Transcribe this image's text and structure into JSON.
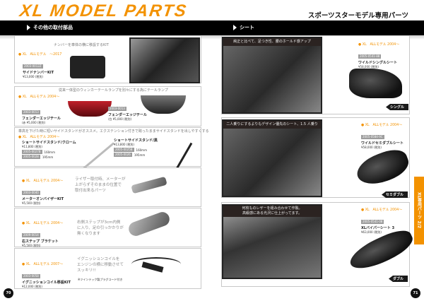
{
  "header": {
    "title": "XL MODEL PARTS",
    "subtitle": "スポーツスターモデル専用パーツ",
    "left_section": "その他の取付部品",
    "right_section": "シート"
  },
  "left": {
    "plate": {
      "caption": "ナンバーを車体の横に移設するKIT",
      "model": "XL　ALLモデル　～2017",
      "part_no": "2003-0012Z",
      "name": "サイドナンバーKIT",
      "price": "¥13,000",
      "tax": "(税別)"
    },
    "tail": {
      "caption": "従来一体型のウィンカーテールランプを別々にする為にテールランプ",
      "model": "XL　ALLモデル 2004～",
      "items": [
        {
          "part_no": "2003-0013",
          "name": "フェンダーエッジテール",
          "variant": "/赤",
          "price": "¥5,000",
          "tax": "(税別)"
        },
        {
          "part_no": "2003-0013",
          "name": "フェンダーエッジテール",
          "variant": "/白",
          "price": "¥5,000",
          "tax": "(税別)"
        }
      ]
    },
    "stand": {
      "caption": "車高を下げた時に短いサイドスタンドがオススメ。エクステンション付きで跨ったままサイドスタンドを出しやすくする",
      "model": "XL　ALLモデル 2004～",
      "items": [
        {
          "name": "ショートサイドスタンド/クローム",
          "price": "¥11,800",
          "tax": "(税別)",
          "variants": [
            {
              "part_no": "2005-0027B",
              "size": "160mm"
            },
            {
              "part_no": "2005-0028",
              "size": "195mm"
            }
          ]
        },
        {
          "name": "ショートサイドスタンド/黒",
          "price": "¥13,800",
          "tax": "(税別)",
          "variants": [
            {
              "part_no": "2005-0025B",
              "size": "160mm"
            },
            {
              "part_no": "2005-0026",
              "size": "195mm"
            }
          ]
        }
      ]
    },
    "meter": {
      "model": "XL　ALLモデル 2004～",
      "part_no": "2003-0040",
      "name": "メーターオンバイザーKIT",
      "price": "¥5,500",
      "tax": "(税別)",
      "desc": [
        "ライザー取付時、メーターが",
        "上がらずそのままの位置で",
        "取付出来るパーツ"
      ]
    },
    "step": {
      "model": "XL　ALLモデル 2004～",
      "part_no": "2009-0014",
      "name": "右ステップ ブラケット",
      "price": "¥5,500",
      "tax": "(税別)",
      "desc": [
        "右側ステップが3cm内側",
        "に入り、足の引っかかりが",
        "無くなります"
      ]
    },
    "ignition": {
      "model": "XL　ALLモデル 2007～",
      "part_no": "2003-0058",
      "name": "イグニッションコイル移設KIT",
      "price": "¥12,000",
      "tax": "(税別)",
      "desc": [
        "イグニッションコイルを",
        "エンジンの横に移動させて",
        "スッキリ!!"
      ],
      "note": "※ツインテック製プラグコード付き"
    },
    "page": "70"
  },
  "right": {
    "single": {
      "caption": "純正と比べて、足つき性、腰のホールド感アップ",
      "model": "XL　ALLモデル 2004～",
      "part_no": "2005-0541-88",
      "name": "ワイルドシングルシート",
      "price": "¥58,000",
      "tax": "(税別)",
      "tag": "シングル"
    },
    "semi": {
      "caption": "二人乗りにするよりもデザイン優先のシート、1.5 人乗り",
      "model": "XL　ALLモデル 2004～",
      "part_no": "2005-0584-9C",
      "name": "ワイルドセミダブルシート",
      "price": "¥58,000",
      "tax": "(税別)",
      "tag": "セミダブル"
    },
    "double": {
      "caption": [
        "何枚ものレザーを組み合わせて作製。",
        "高級感にある光沢に仕上がってます。"
      ],
      "model": "XL　ALLモデル 2004～",
      "part_no": "2005-0541-08",
      "name": "XLバイパーシート 3",
      "price": "¥63,000",
      "tax": "(税別)",
      "tag": "ダブル"
    },
    "side_tab": "XL専用パーツ 2/2",
    "page": "71"
  },
  "colors": {
    "accent": "#f39200",
    "band": "#000000"
  }
}
